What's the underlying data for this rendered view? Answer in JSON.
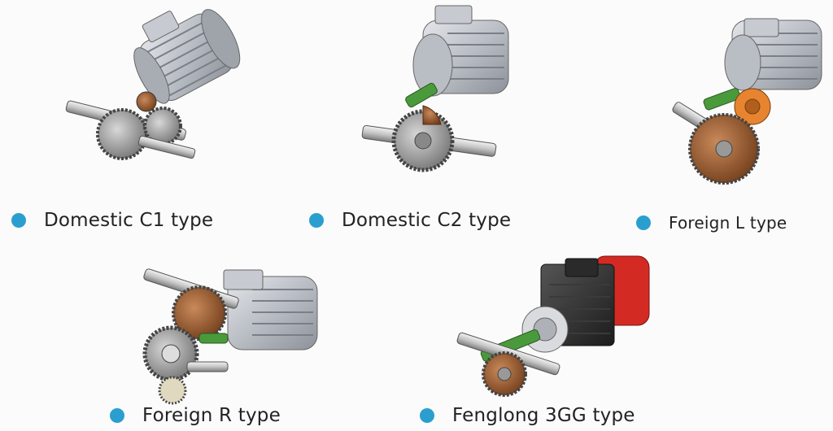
{
  "accent_color": "#2a9fcf",
  "items": [
    {
      "label": "Domestic C1 type",
      "illustration": "gear-motor-c1-illustration"
    },
    {
      "label": "Domestic C2 type",
      "illustration": "gear-motor-c2-illustration"
    },
    {
      "label": "Foreign L type",
      "illustration": "gear-motor-l-illustration"
    },
    {
      "label": "Foreign R type",
      "illustration": "gear-motor-r-illustration"
    },
    {
      "label": "Fenglong 3GG type",
      "illustration": "gear-motor-3gg-illustration"
    }
  ]
}
